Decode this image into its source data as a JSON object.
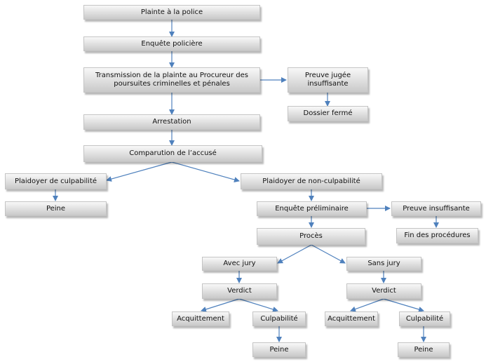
{
  "colors": {
    "arrow": "#4f81bd",
    "box_top": "#f8f8f8",
    "box_bottom": "#c9c9c9"
  },
  "nodes": {
    "plainte": "Plainte à la police",
    "enquete": "Enquête policière",
    "transmission": "Transmission de la plainte au Procureur des poursuites criminelles et pénales",
    "preuve_jugee": "Preuve jugée insuffisante",
    "dossier_ferme": "Dossier fermé",
    "arrestation": "Arrestation",
    "comparution": "Comparution de l’accusé",
    "plaidoyer_culp": "Plaidoyer de culpabilité",
    "peine_1": "Peine",
    "plaidoyer_non_culp": "Plaidoyer de non-culpabilité",
    "enquete_prelim": "Enquête préliminaire",
    "preuve_insuff": "Preuve insuffisante",
    "fin_procedures": "Fin des procédures",
    "proces": "Procès",
    "avec_jury": "Avec jury",
    "sans_jury": "Sans jury",
    "verdict_1": "Verdict",
    "verdict_2": "Verdict",
    "acquittement_1": "Acquittement",
    "culpabilite_1": "Culpabilité",
    "acquittement_2": "Acquittement",
    "culpabilite_2": "Culpabilité",
    "peine_2": "Peine",
    "peine_3": "Peine"
  }
}
